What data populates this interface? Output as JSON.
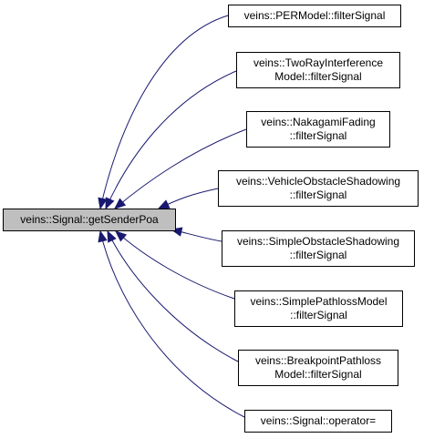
{
  "root": {
    "lines": [
      "veins::Signal::getSenderPoa"
    ]
  },
  "callers": [
    {
      "lines": [
        "veins::PERModel::filterSignal"
      ]
    },
    {
      "lines": [
        "veins::TwoRayInterference",
        "Model::filterSignal"
      ]
    },
    {
      "lines": [
        "veins::NakagamiFading",
        "::filterSignal"
      ]
    },
    {
      "lines": [
        "veins::VehicleObstacleShadowing",
        "::filterSignal"
      ]
    },
    {
      "lines": [
        "veins::SimpleObstacleShadowing",
        "::filterSignal"
      ]
    },
    {
      "lines": [
        "veins::SimplePathlossModel",
        "::filterSignal"
      ]
    },
    {
      "lines": [
        "veins::BreakpointPathloss",
        "Model::filterSignal"
      ]
    },
    {
      "lines": [
        "veins::Signal::operator="
      ]
    }
  ],
  "colors": {
    "edge": "#191970",
    "root_fill": "#bfbfbf",
    "node_fill": "#ffffff",
    "border": "#000000"
  }
}
